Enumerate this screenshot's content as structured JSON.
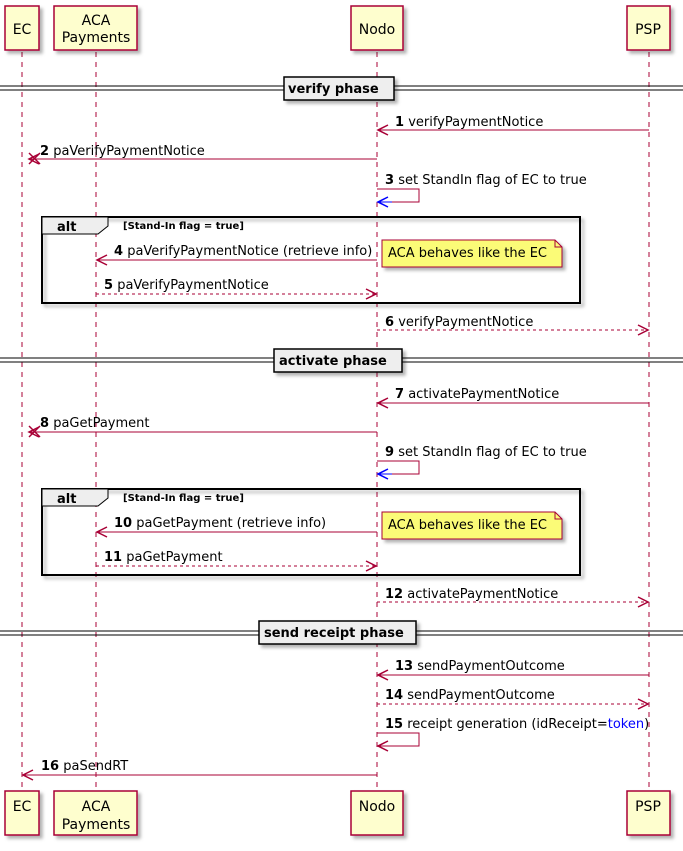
{
  "participants": [
    {
      "id": "ec",
      "lines": [
        "EC"
      ]
    },
    {
      "id": "aca",
      "lines": [
        "ACA",
        "Payments"
      ]
    },
    {
      "id": "nodo",
      "lines": [
        "Nodo"
      ]
    },
    {
      "id": "psp",
      "lines": [
        "PSP"
      ]
    }
  ],
  "phases": [
    {
      "label": "verify phase"
    },
    {
      "label": "activate phase"
    },
    {
      "label": "send receipt phase"
    }
  ],
  "alt_frames": [
    {
      "keyword": "alt",
      "guard": "[Stand-In flag = true]"
    },
    {
      "keyword": "alt",
      "guard": "[Stand-In flag = true]"
    }
  ],
  "notes": [
    {
      "text": "ACA behaves like the EC"
    },
    {
      "text": "ACA behaves like the EC"
    }
  ],
  "messages": [
    {
      "num": "1",
      "text": "verifyPaymentNotice"
    },
    {
      "num": "2",
      "text": "paVerifyPaymentNotice"
    },
    {
      "num": "3",
      "text": "set StandIn flag of EC to true"
    },
    {
      "num": "4",
      "text": "paVerifyPaymentNotice (retrieve info)"
    },
    {
      "num": "5",
      "text": "paVerifyPaymentNotice"
    },
    {
      "num": "6",
      "text": "verifyPaymentNotice"
    },
    {
      "num": "7",
      "text": "activatePaymentNotice"
    },
    {
      "num": "8",
      "text": "paGetPayment"
    },
    {
      "num": "9",
      "text": "set StandIn flag of EC to true"
    },
    {
      "num": "10",
      "text": "paGetPayment (retrieve info)"
    },
    {
      "num": "11",
      "text": "paGetPayment"
    },
    {
      "num": "12",
      "text": "activatePaymentNotice"
    },
    {
      "num": "13",
      "text": "sendPaymentOutcome"
    },
    {
      "num": "14",
      "text": "sendPaymentOutcome"
    },
    {
      "num": "15",
      "text": "receipt generation (idReceipt=",
      "highlight": "token",
      "suffix": ")"
    },
    {
      "num": "16",
      "text": "paSendRT"
    }
  ],
  "colors": {
    "arrow": "#a80036",
    "self_arrow_blue": "#0000ff",
    "participant_fill": "#fefece",
    "participant_border": "#a80036",
    "note_fill": "#fbfb77",
    "highlight_text": "#0000ff"
  }
}
